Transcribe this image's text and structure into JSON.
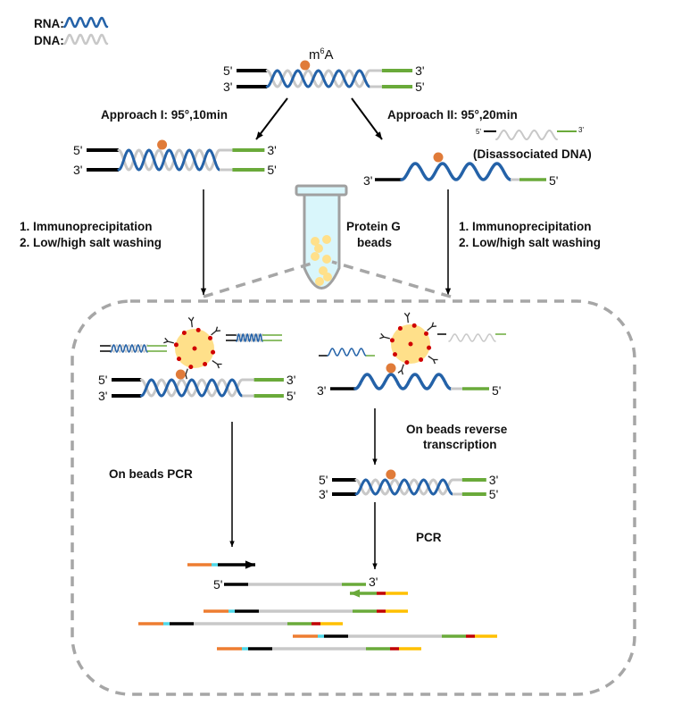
{
  "legend": {
    "rna": "RNA:",
    "dna": "DNA:"
  },
  "modification": "m",
  "modification_sup": "6",
  "modification_tail": "A",
  "ends": {
    "five": "5'",
    "three": "3'"
  },
  "approach1": "Approach I: 95°,10min",
  "approach2": "Approach II: 95°,20min",
  "disassociated": "(Disassociated DNA)",
  "steps_left": [
    "1. Immunoprecipitation",
    "2. Low/high salt washing"
  ],
  "steps_right": [
    "1. Immunoprecipitation",
    "2. Low/high salt washing"
  ],
  "beads_label": [
    "Protein G",
    "beads"
  ],
  "rt_label": [
    "On beads reverse",
    "transcription"
  ],
  "pcr_left": "On beads PCR",
  "pcr_right": "PCR",
  "colors": {
    "rna": "#2462a8",
    "dna": "#c8c8c8",
    "adapter_green": "#6aaa3a",
    "adapter_black": "#000000",
    "m6a": "#e07b39",
    "primer_orange": "#ed7d31",
    "primer_cyan": "#4fd8e8",
    "primer_red": "#c00000",
    "primer_yellow": "#ffc000",
    "bead": "#ffe08a",
    "tube": "#d9f6fb"
  }
}
